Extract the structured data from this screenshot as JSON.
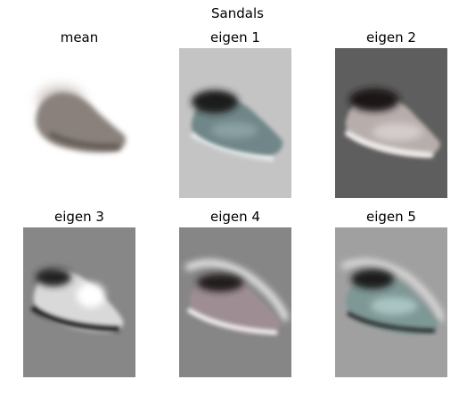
{
  "figure": {
    "title": "Sandals",
    "panels": [
      {
        "title": "mean",
        "image": "blurry-shoe-mean",
        "background": "#ffffff"
      },
      {
        "title": "eigen 1",
        "image": "blurry-shoe-eigen-1",
        "background": "#c4c4c4"
      },
      {
        "title": "eigen 2",
        "image": "blurry-shoe-eigen-2",
        "background": "#5e5e5e"
      },
      {
        "title": "eigen 3",
        "image": "blurry-shoe-eigen-3",
        "background": "#878787"
      },
      {
        "title": "eigen 4",
        "image": "blurry-shoe-eigen-4",
        "background": "#868686"
      },
      {
        "title": "eigen 5",
        "image": "blurry-shoe-eigen-5",
        "background": "#a0a0a0"
      }
    ]
  }
}
